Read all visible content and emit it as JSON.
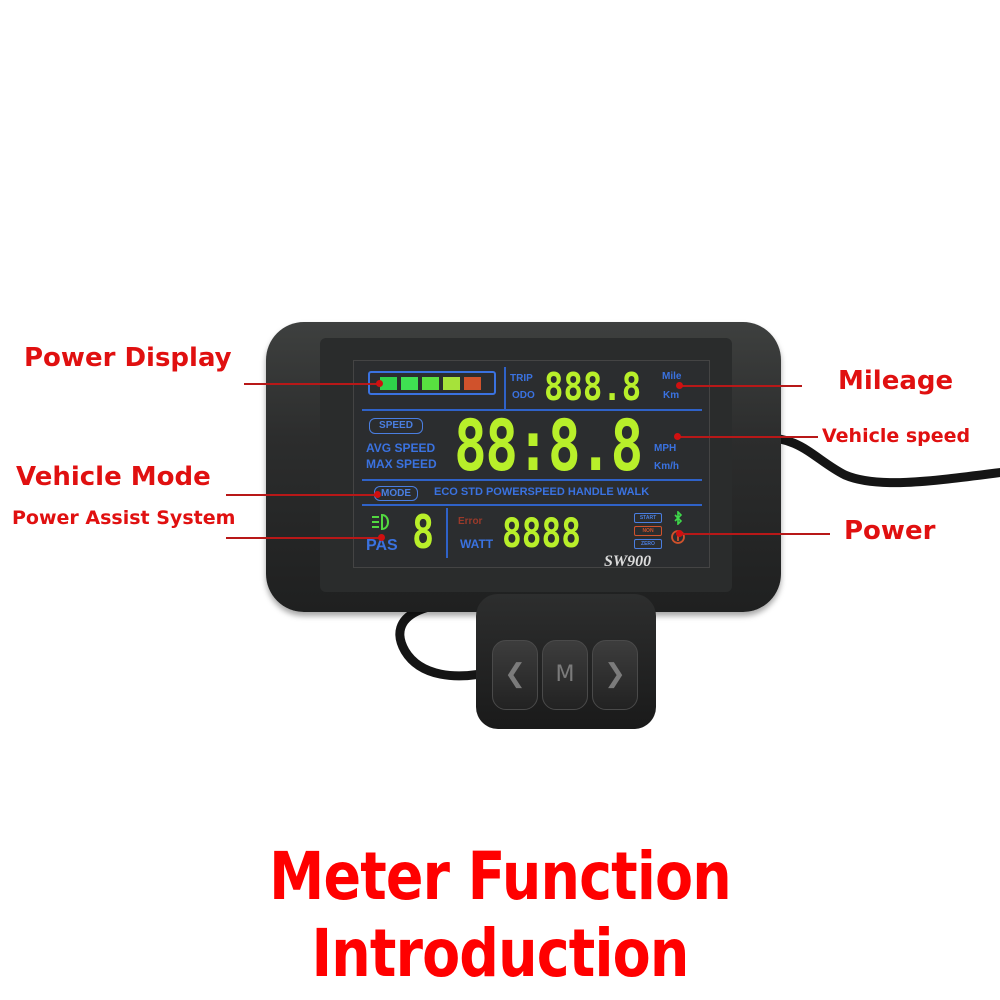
{
  "callouts": {
    "power_display": "Power Display",
    "mileage": "Mileage",
    "vehicle_speed": "Vehicle speed",
    "vehicle_mode": "Vehicle Mode",
    "power_assist": "Power Assist System",
    "power": "Power"
  },
  "title": "Meter Function Introduction",
  "display": {
    "trip": "TRIP",
    "odo": "ODO",
    "mileage_digits": "888.8",
    "mile": "Mile",
    "km": "Km",
    "speed_badge": "SPEED",
    "avg_speed": "AVG SPEED",
    "max_speed": "MAX SPEED",
    "speed_digits": "88:8.8",
    "mph": "MPH",
    "kmh": "Km/h",
    "mode_badge": "MODE",
    "modes": [
      "ECO",
      "STD",
      "POWER",
      "SPEED",
      "HANDLE",
      "WALK"
    ],
    "pas": "PAS",
    "pas_digit": "8",
    "error": "Error",
    "watt": "WATT",
    "watt_digits": "8888",
    "start": "START",
    "non": "NON",
    "zero": "ZERO",
    "brand": "SW900"
  },
  "battery_colors": [
    "#2fd24a",
    "#3fe052",
    "#58e040",
    "#a6e23a",
    "#d0522c"
  ],
  "colors": {
    "callout": "#e01010",
    "title": "#ff0000",
    "segment": "#b8ef2a",
    "lcd_label": "#3a72e0"
  },
  "remote": {
    "left_icon": "chevron-left-icon",
    "mode_icon": "m-icon",
    "right_icon": "chevron-right-icon"
  }
}
